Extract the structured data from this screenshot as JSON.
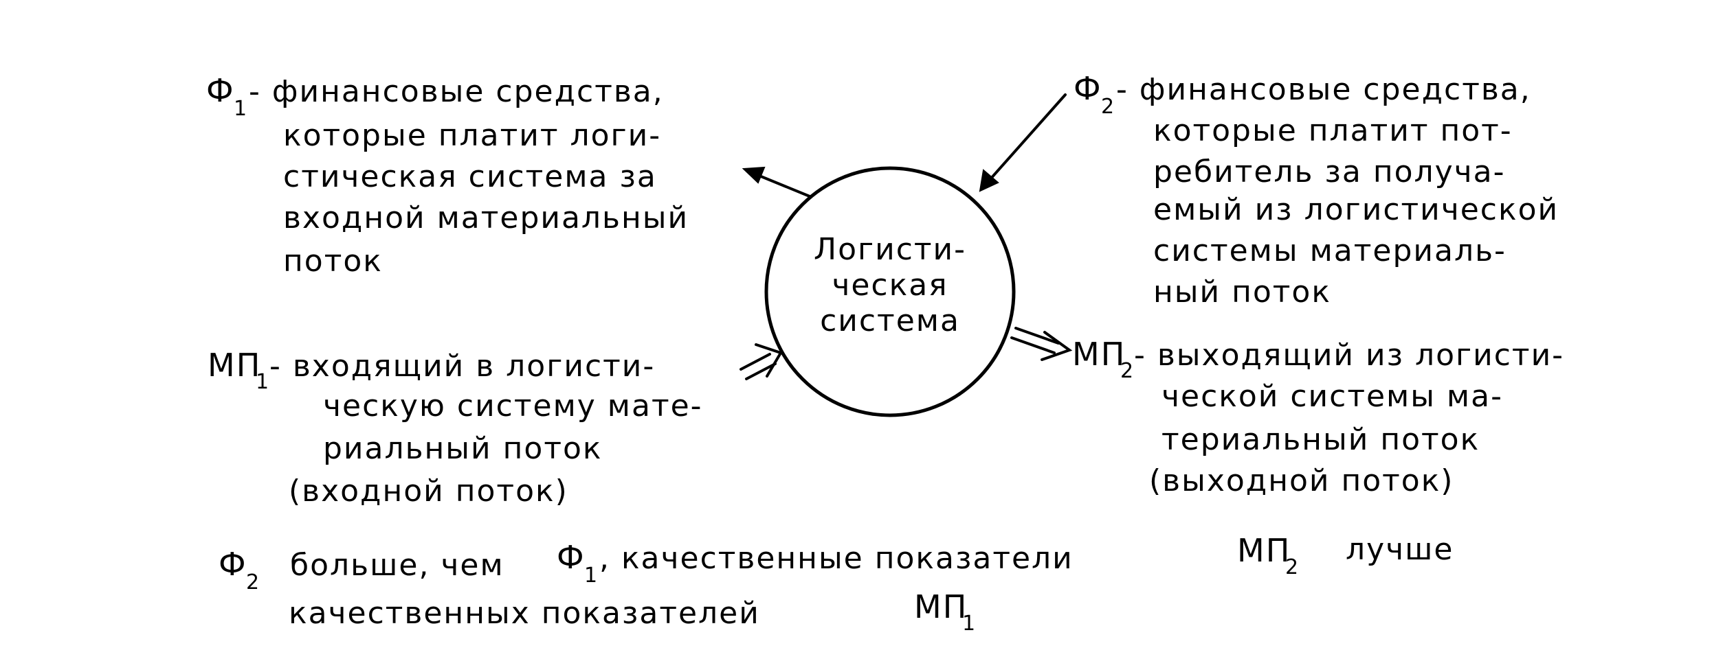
{
  "center": {
    "lines": [
      "Логисти-",
      "ческая",
      "система"
    ]
  },
  "f1": {
    "symbol": "Ф",
    "sub": "1",
    "lines": [
      "- финансовые средства,",
      "которые платит логи-",
      "стическая система за",
      "входной материальный",
      "поток"
    ]
  },
  "f2": {
    "symbol": "Ф",
    "sub": "2",
    "lines": [
      "- финансовые средства,",
      "которые платит пот-",
      "ребитель за получа-",
      "емый из логистической",
      "системы материаль-",
      "ный поток"
    ]
  },
  "mp1": {
    "symbol": "МП",
    "sub": "1",
    "lines": [
      "- входящий в логисти-",
      "ческую систему мате-",
      "риальный поток",
      "(входной поток)"
    ]
  },
  "mp2": {
    "symbol": "МП",
    "sub": "2",
    "lines": [
      "- выходящий из логисти-",
      "ческой системы ма-",
      "териальный поток",
      "(выходной поток)"
    ]
  },
  "conclusion": {
    "s1": "Ф",
    "s1_sub": "2",
    "t1": "больше, чем",
    "s2": "Ф",
    "s2_sub": "1",
    "t2": ", качественные показатели",
    "s3": "МП",
    "s3_sub": "2",
    "t3": "лучше",
    "t4": "качественных показателей",
    "s4": "МП",
    "s4_sub": "1"
  }
}
